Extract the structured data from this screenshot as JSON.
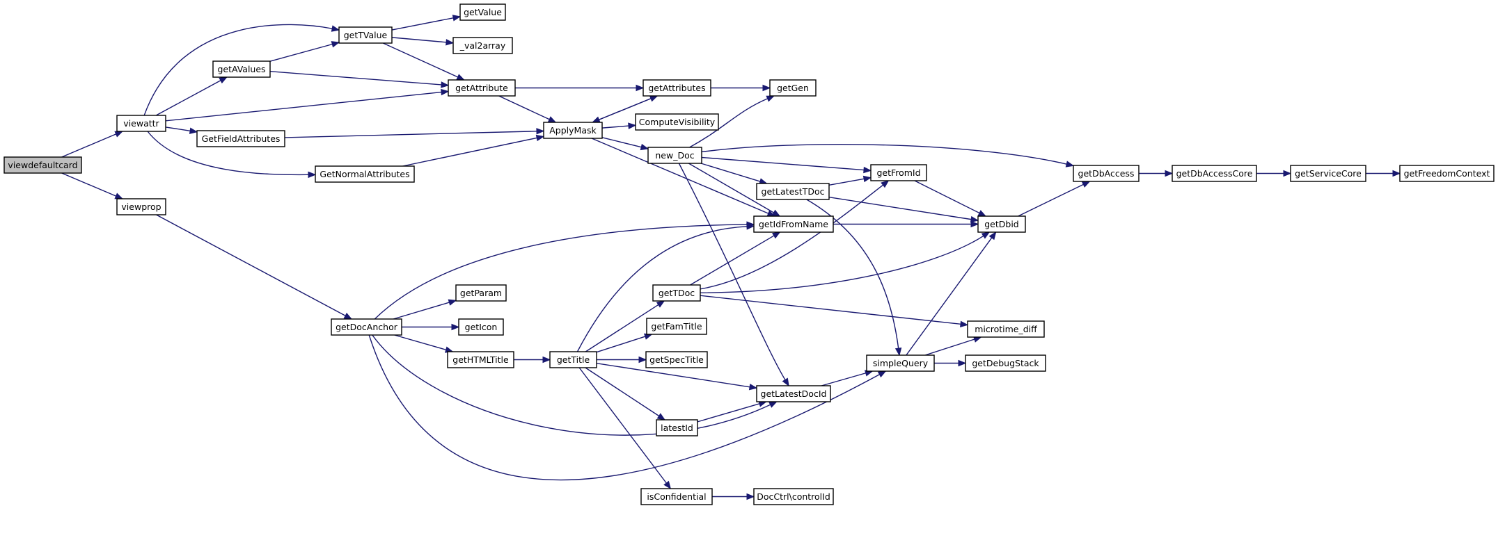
{
  "graph": {
    "nodes": [
      {
        "id": "viewdefaultcard",
        "label": "viewdefaultcard",
        "root": true
      },
      {
        "id": "viewattr",
        "label": "viewattr"
      },
      {
        "id": "viewprop",
        "label": "viewprop"
      },
      {
        "id": "getAValues",
        "label": "getAValues"
      },
      {
        "id": "getTValue",
        "label": "getTValue"
      },
      {
        "id": "getValue",
        "label": "getValue"
      },
      {
        "id": "val2array",
        "label": "_val2array"
      },
      {
        "id": "getAttribute",
        "label": "getAttribute"
      },
      {
        "id": "getAttributes",
        "label": "getAttributes"
      },
      {
        "id": "getGen",
        "label": "getGen"
      },
      {
        "id": "ApplyMask",
        "label": "ApplyMask"
      },
      {
        "id": "ComputeVisibility",
        "label": "ComputeVisibility"
      },
      {
        "id": "GetFieldAttributes",
        "label": "GetFieldAttributes"
      },
      {
        "id": "GetNormalAttributes",
        "label": "GetNormalAttributes"
      },
      {
        "id": "new_Doc",
        "label": "new_Doc"
      },
      {
        "id": "getFromId",
        "label": "getFromId"
      },
      {
        "id": "getLatestTDoc",
        "label": "getLatestTDoc"
      },
      {
        "id": "getIdFromName",
        "label": "getIdFromName"
      },
      {
        "id": "getDbid",
        "label": "getDbid"
      },
      {
        "id": "getDbAccess",
        "label": "getDbAccess"
      },
      {
        "id": "getDbAccessCore",
        "label": "getDbAccessCore"
      },
      {
        "id": "getServiceCore",
        "label": "getServiceCore"
      },
      {
        "id": "getFreedomContext",
        "label": "getFreedomContext"
      },
      {
        "id": "getDocAnchor",
        "label": "getDocAnchor"
      },
      {
        "id": "getParam",
        "label": "getParam"
      },
      {
        "id": "getIcon",
        "label": "getIcon"
      },
      {
        "id": "getHTMLTitle",
        "label": "getHTMLTitle"
      },
      {
        "id": "getTitle",
        "label": "getTitle"
      },
      {
        "id": "getTDoc",
        "label": "getTDoc"
      },
      {
        "id": "getFamTitle",
        "label": "getFamTitle"
      },
      {
        "id": "getSpecTitle",
        "label": "getSpecTitle"
      },
      {
        "id": "getLatestDocId",
        "label": "getLatestDocId"
      },
      {
        "id": "latestId",
        "label": "latestId"
      },
      {
        "id": "isConfidential",
        "label": "isConfidential"
      },
      {
        "id": "controlId",
        "label": "DocCtrl\\controlId"
      },
      {
        "id": "simpleQuery",
        "label": "simpleQuery"
      },
      {
        "id": "microtime_diff",
        "label": "microtime_diff"
      },
      {
        "id": "getDebugStack",
        "label": "getDebugStack"
      }
    ],
    "edges": [
      [
        "viewdefaultcard",
        "viewattr"
      ],
      [
        "viewdefaultcard",
        "viewprop"
      ],
      [
        "viewattr",
        "getTValue"
      ],
      [
        "viewattr",
        "getAValues"
      ],
      [
        "viewattr",
        "getAttribute"
      ],
      [
        "viewattr",
        "GetFieldAttributes"
      ],
      [
        "viewattr",
        "GetNormalAttributes"
      ],
      [
        "getAValues",
        "getTValue"
      ],
      [
        "getAValues",
        "getAttribute"
      ],
      [
        "getTValue",
        "getValue"
      ],
      [
        "getTValue",
        "val2array"
      ],
      [
        "getTValue",
        "getAttribute"
      ],
      [
        "getAttribute",
        "getAttributes"
      ],
      [
        "getAttribute",
        "ApplyMask"
      ],
      [
        "getAttributes",
        "getGen"
      ],
      [
        "getAttributes",
        "ApplyMask"
      ],
      [
        "ApplyMask",
        "getAttributes"
      ],
      [
        "ApplyMask",
        "ComputeVisibility"
      ],
      [
        "ApplyMask",
        "new_Doc"
      ],
      [
        "ApplyMask",
        "getIdFromName"
      ],
      [
        "GetFieldAttributes",
        "ApplyMask"
      ],
      [
        "GetNormalAttributes",
        "ApplyMask"
      ],
      [
        "new_Doc",
        "getGen"
      ],
      [
        "new_Doc",
        "getDbAccess"
      ],
      [
        "new_Doc",
        "getFromId"
      ],
      [
        "new_Doc",
        "getLatestTDoc"
      ],
      [
        "new_Doc",
        "getIdFromName"
      ],
      [
        "new_Doc",
        "getLatestDocId"
      ],
      [
        "getLatestTDoc",
        "getFromId"
      ],
      [
        "getLatestTDoc",
        "getDbid"
      ],
      [
        "getLatestTDoc",
        "simpleQuery"
      ],
      [
        "getFromId",
        "getDbid"
      ],
      [
        "getIdFromName",
        "getDbid"
      ],
      [
        "getDbid",
        "getDbAccess"
      ],
      [
        "getDbAccess",
        "getDbAccessCore"
      ],
      [
        "getDbAccessCore",
        "getServiceCore"
      ],
      [
        "getServiceCore",
        "getFreedomContext"
      ],
      [
        "viewprop",
        "getDocAnchor"
      ],
      [
        "getDocAnchor",
        "getIdFromName"
      ],
      [
        "getDocAnchor",
        "getParam"
      ],
      [
        "getDocAnchor",
        "getIcon"
      ],
      [
        "getDocAnchor",
        "getHTMLTitle"
      ],
      [
        "getDocAnchor",
        "getLatestDocId"
      ],
      [
        "getDocAnchor",
        "simpleQuery"
      ],
      [
        "getHTMLTitle",
        "getTitle"
      ],
      [
        "getTitle",
        "getIdFromName"
      ],
      [
        "getTitle",
        "getTDoc"
      ],
      [
        "getTitle",
        "getFamTitle"
      ],
      [
        "getTitle",
        "getSpecTitle"
      ],
      [
        "getTitle",
        "getLatestDocId"
      ],
      [
        "getTitle",
        "latestId"
      ],
      [
        "getTitle",
        "isConfidential"
      ],
      [
        "getTDoc",
        "getIdFromName"
      ],
      [
        "getTDoc",
        "getFromId"
      ],
      [
        "getTDoc",
        "getDbid"
      ],
      [
        "getTDoc",
        "microtime_diff"
      ],
      [
        "latestId",
        "getLatestDocId"
      ],
      [
        "isConfidential",
        "controlId"
      ],
      [
        "getLatestDocId",
        "simpleQuery"
      ],
      [
        "simpleQuery",
        "getDbid"
      ],
      [
        "simpleQuery",
        "microtime_diff"
      ],
      [
        "simpleQuery",
        "getDebugStack"
      ]
    ]
  }
}
